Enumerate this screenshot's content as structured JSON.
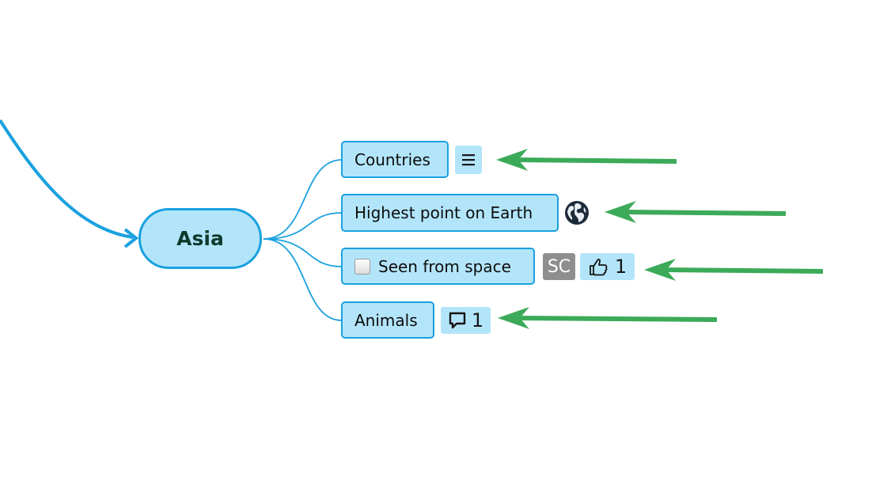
{
  "root": {
    "label": "Asia"
  },
  "topics": [
    {
      "label": "Countries"
    },
    {
      "label": "Highest point on Earth"
    },
    {
      "label": "Seen from space",
      "initials": "SC",
      "likes": "1"
    },
    {
      "label": "Animals",
      "comments": "1"
    }
  ],
  "icons": {
    "countries": "list-icon",
    "highest": "globe-icon",
    "seen": [
      "checkbox-icon",
      "thumbs-up-icon"
    ],
    "animals": "comment-icon"
  },
  "colors": {
    "connector": "#1aa1df",
    "node_fill": "#b3e5fa",
    "arrow": "#3caa59",
    "initials_badge": "#8e8e8e"
  }
}
